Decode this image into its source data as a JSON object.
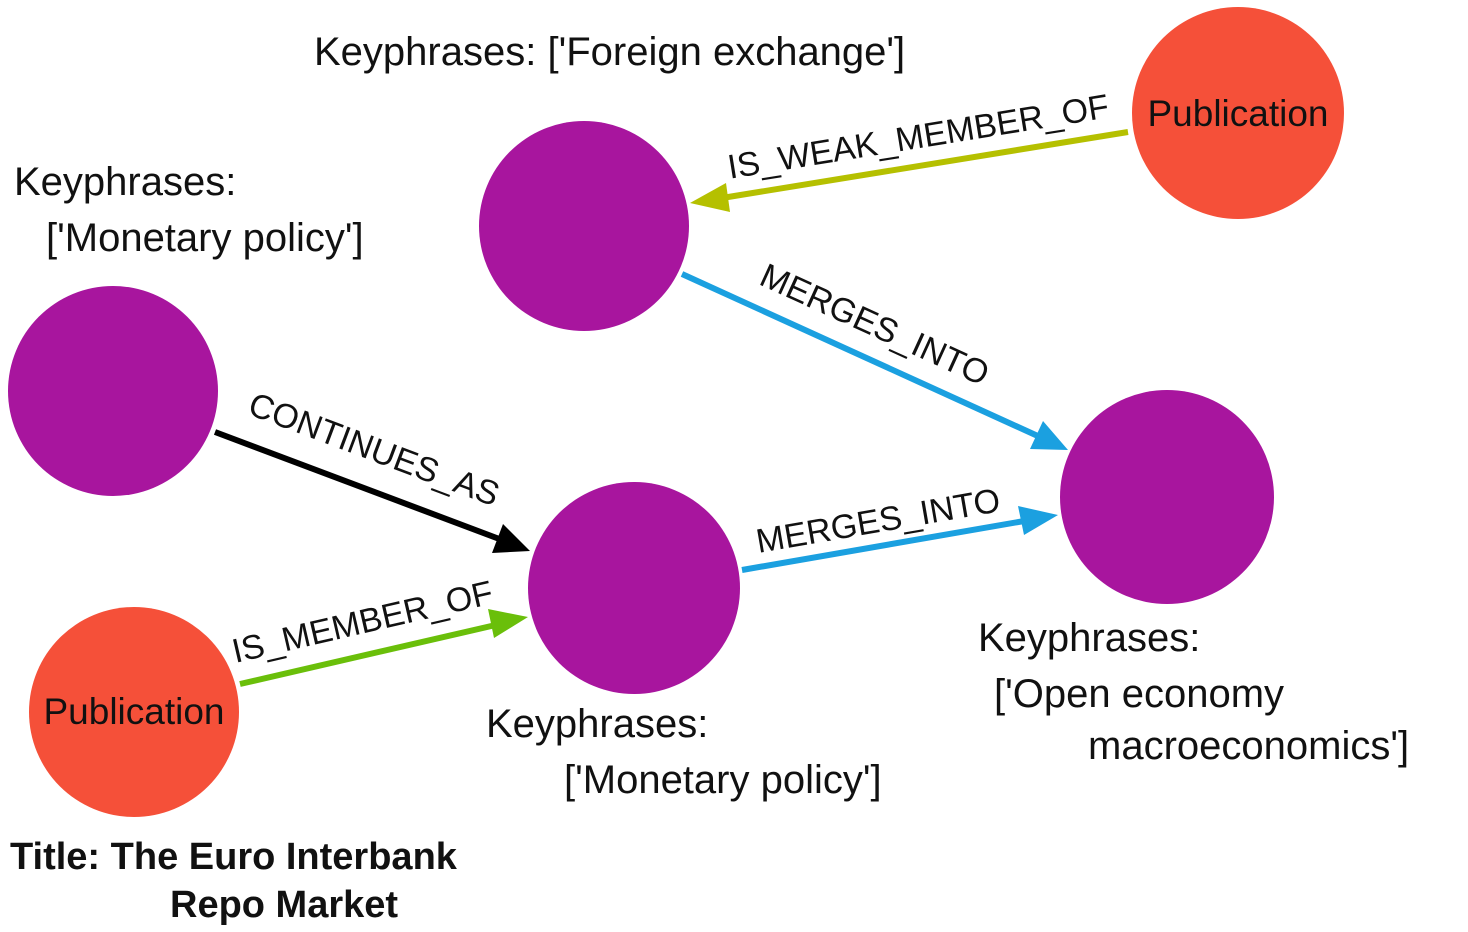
{
  "nodes": {
    "pub_top": {
      "label": "Publication",
      "color": "#f55039"
    },
    "pub_bottom": {
      "label": "Publication",
      "color": "#f55039"
    },
    "foreign": {
      "label": "",
      "color": "#a8159e"
    },
    "monetary_left": {
      "label": "",
      "color": "#a8159e"
    },
    "monetary_center": {
      "label": "",
      "color": "#a8159e"
    },
    "open_economy": {
      "label": "",
      "color": "#a8159e"
    }
  },
  "labels": {
    "foreign": "Keyphrases: ['Foreign exchange']",
    "monetary_left_1": "Keyphrases:",
    "monetary_left_2": "['Monetary policy']",
    "monetary_center_1": "Keyphrases:",
    "monetary_center_2": "['Monetary policy']",
    "open_1": "Keyphrases:",
    "open_2": "['Open economy",
    "open_3": "macroeconomics']",
    "title_1": "Title: The Euro Interbank",
    "title_2": "Repo Market"
  },
  "edges": {
    "is_weak_member_of": {
      "label": "IS_WEAK_MEMBER_OF",
      "color": "#b5c000"
    },
    "merges_into_top": {
      "label": "MERGES_INTO",
      "color": "#1ba0e0"
    },
    "continues_as": {
      "label": "CONTINUES_AS",
      "color": "#000000"
    },
    "merges_into_bottom": {
      "label": "MERGES_INTO",
      "color": "#1ba0e0"
    },
    "is_member_of": {
      "label": "IS_MEMBER_OF",
      "color": "#6abf0a"
    }
  }
}
